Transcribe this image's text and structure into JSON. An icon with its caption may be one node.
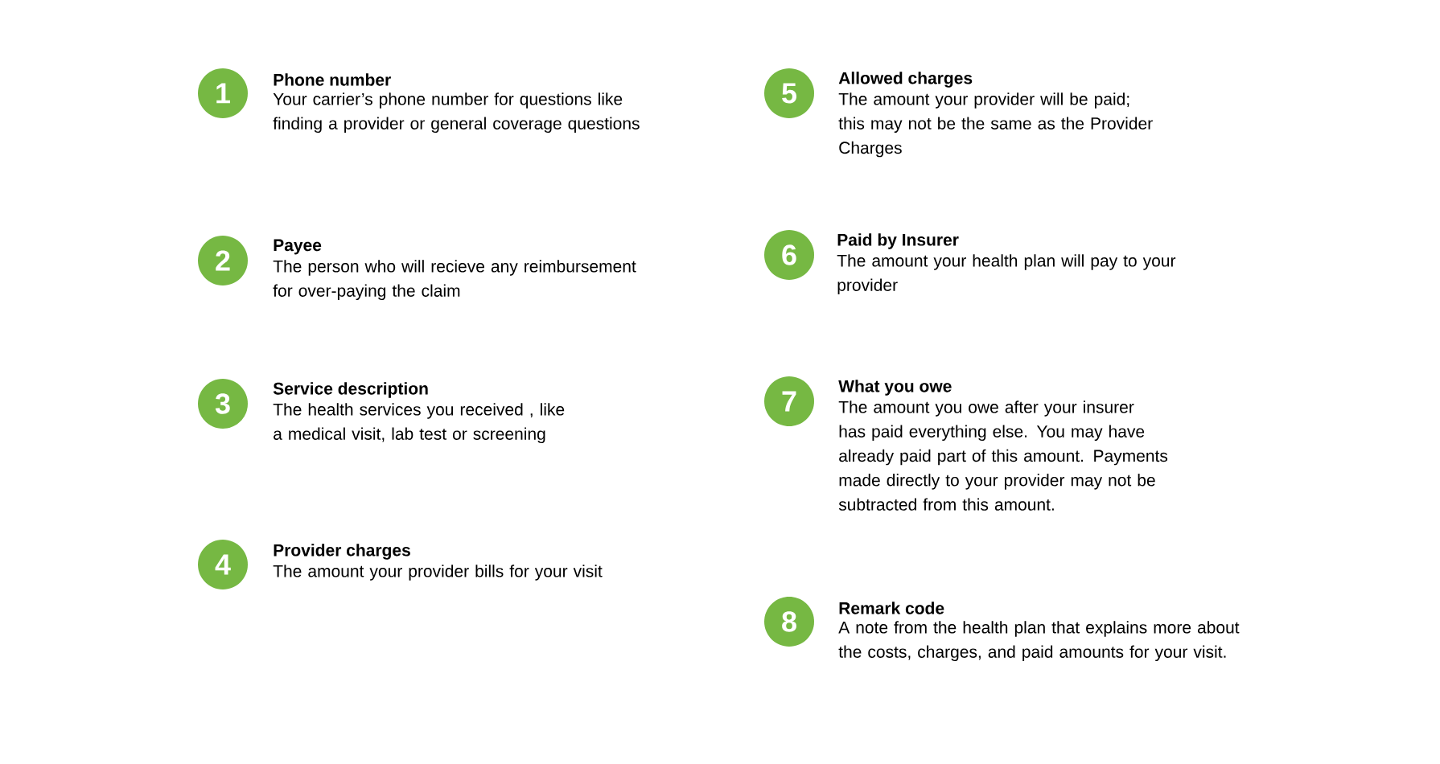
{
  "diagram": {
    "nodes": [
      {
        "text": [
          "1"
        ],
        "beside": [
          "Phone number",
          "Your carrier’s phone number for questions like finding a provider or general coverage questions"
        ]
      },
      {
        "text": [
          "2"
        ],
        "beside": [
          "Payee",
          "The person who will recieve any reimbursement for over-paying the claim"
        ]
      },
      {
        "text": [
          "3"
        ],
        "beside": [
          "Service description",
          "The health services you received , like a medical visit, lab test or screening"
        ]
      },
      {
        "text": [
          "4"
        ],
        "beside": [
          "Provider charges",
          "The amount your provider bills for your visit"
        ]
      },
      {
        "text": [
          "5"
        ],
        "beside": [
          "Allowed charges",
          "The amount your provider will be paid; this may not be the same as the Provider Charges"
        ]
      },
      {
        "text": [
          "6"
        ],
        "beside": [
          "Paid by Insurer",
          "The amount your health plan will pay to your provider"
        ]
      },
      {
        "text": [
          "7"
        ],
        "beside": [
          "What you owe",
          "The amount you owe after your insurer has paid everything else. You may have already paid part of this amount. Payments made directly to your provider may not be subtracted from this amount."
        ]
      },
      {
        "text": [
          "8"
        ],
        "beside": [
          "Remark code",
          "A note from the health plan that explains more about the costs, charges, and paid amounts for your visit."
        ]
      }
    ]
  }
}
